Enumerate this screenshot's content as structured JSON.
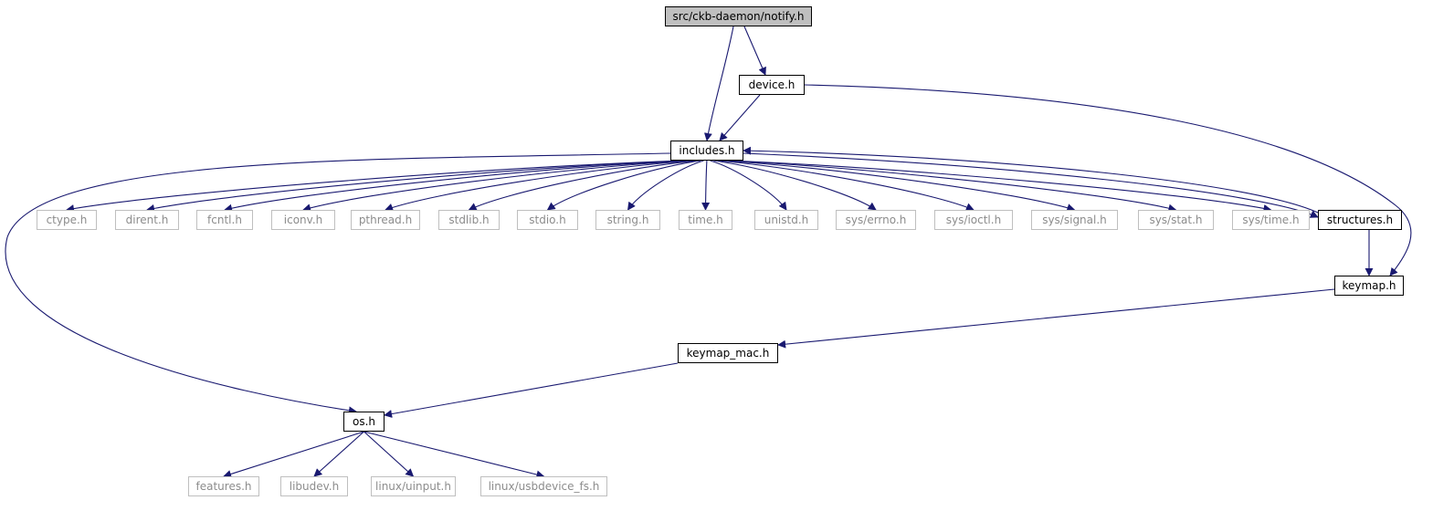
{
  "colors": {
    "edge": "#191970",
    "local_border": "#000000",
    "system_border": "#bfbfbf",
    "system_text": "#8c8c8c",
    "root_fill": "#bfbfbf"
  },
  "nodes": {
    "notify": "src/ckb-daemon/notify.h",
    "device": "device.h",
    "includes": "includes.h",
    "ctype": "ctype.h",
    "dirent": "dirent.h",
    "fcntl": "fcntl.h",
    "iconv": "iconv.h",
    "pthread": "pthread.h",
    "stdlib": "stdlib.h",
    "stdio": "stdio.h",
    "string": "string.h",
    "time": "time.h",
    "unistd": "unistd.h",
    "sys_errno": "sys/errno.h",
    "sys_ioctl": "sys/ioctl.h",
    "sys_signal": "sys/signal.h",
    "sys_stat": "sys/stat.h",
    "sys_time": "sys/time.h",
    "structures": "structures.h",
    "keymap": "keymap.h",
    "keymap_mac": "keymap_mac.h",
    "os": "os.h",
    "features": "features.h",
    "libudev": "libudev.h",
    "linux_uinput": "linux/uinput.h",
    "linux_usbdevice_fs": "linux/usbdevice_fs.h"
  },
  "edges": [
    [
      "notify",
      "includes"
    ],
    [
      "notify",
      "device"
    ],
    [
      "device",
      "includes"
    ],
    [
      "device",
      "keymap"
    ],
    [
      "includes",
      "ctype"
    ],
    [
      "includes",
      "dirent"
    ],
    [
      "includes",
      "fcntl"
    ],
    [
      "includes",
      "iconv"
    ],
    [
      "includes",
      "pthread"
    ],
    [
      "includes",
      "stdlib"
    ],
    [
      "includes",
      "stdio"
    ],
    [
      "includes",
      "string"
    ],
    [
      "includes",
      "time"
    ],
    [
      "includes",
      "unistd"
    ],
    [
      "includes",
      "sys_errno"
    ],
    [
      "includes",
      "sys_ioctl"
    ],
    [
      "includes",
      "sys_signal"
    ],
    [
      "includes",
      "sys_stat"
    ],
    [
      "includes",
      "sys_time"
    ],
    [
      "includes",
      "structures"
    ],
    [
      "includes",
      "os"
    ],
    [
      "structures",
      "includes"
    ],
    [
      "structures",
      "keymap"
    ],
    [
      "keymap",
      "keymap_mac"
    ],
    [
      "keymap_mac",
      "os"
    ],
    [
      "os",
      "features"
    ],
    [
      "os",
      "libudev"
    ],
    [
      "os",
      "linux_uinput"
    ],
    [
      "os",
      "linux_usbdevice_fs"
    ]
  ]
}
